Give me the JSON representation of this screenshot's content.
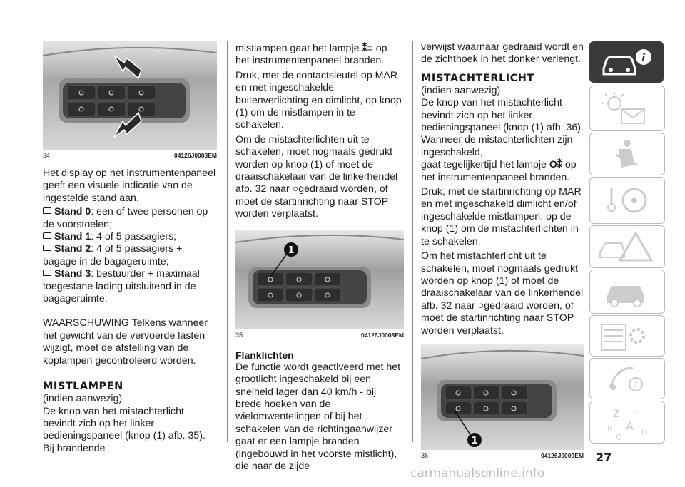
{
  "col1": {
    "fig": {
      "number": "34",
      "code": "04126J0003EM"
    },
    "intro": "Het display op het instrumentenpaneel geeft een visuele indicatie van de ingestelde stand aan.",
    "stands": [
      {
        "label": "Stand 0",
        "text": ": een of twee personen op de voorstoelen;"
      },
      {
        "label": "Stand 1",
        "text": ": 4 of 5 passagiers;"
      },
      {
        "label": "Stand 2",
        "text": ": 4 of 5 passagiers + bagage in de bagageruimte;"
      },
      {
        "label": "Stand 3",
        "text": ": bestuurder + maximaal toegestane lading uitsluitend in de bagageruimte."
      }
    ],
    "warning": "WAARSCHUWING Telkens wanneer het gewicht van de vervoerde lasten wijzigt, moet de afstelling van de koplampen gecontroleerd worden.",
    "section_title": "MISTLAMPEN",
    "section_sub": "(indien aanwezig)",
    "section_text": "De knop van het mistachterlicht bevindt zich op het linker bedieningspaneel (knop (1) afb. 35). Bij brandende"
  },
  "col2": {
    "p1a": "mistlampen gaat het lampje",
    "p1b": "op het instrumentenpaneel branden.",
    "p2": "Druk, met de contactsleutel op MAR en met ingeschakelde buitenverlichting en dimlicht, op knop (1) om de mistlampen in te schakelen.",
    "p3a": "Om de mistachterlichten uit te schakelen, moet nogmaals gedrukt worden op knop (1) of moet de draaischakelaar van de linkerhendel afb. 32 naar",
    "p3b": "gedraaid worden, of moet de startinrichting naar STOP worden verplaatst.",
    "fig": {
      "number": "35",
      "code": "04126J0008EM",
      "callout": "1"
    },
    "section_title": "Flanklichten",
    "section_text": "De functie wordt geactiveerd met het grootlicht ingeschakeld bij een snelheid lager dan 40 km/h - bij brede hoeken van de wielomwentelingen of bij het schakelen van de richtingaanwijzer gaat er een lampje branden (ingebouwd in het voorste mistlicht), die naar de zijde"
  },
  "col3": {
    "p1": "verwijst waarnaar gedraaid wordt en de zichthoek in het donker verlengt.",
    "section_title": "MISTACHTERLICHT",
    "section_sub": "(indien aanwezig)",
    "p2": "De knop van het mistachterlicht bevindt zich op het linker bedieningspaneel (knop (1) afb. 36). Wanneer de mistachterlichten zijn ingeschakeld,",
    "p3a": "gaat tegelijkertijd het lampje",
    "p3b": "op het instrumentenpaneel branden.",
    "p4": "Druk, met de startinrichting op MAR en met ingeschakeld dimlicht en/of ingeschakelde mistlampen, op de knop (1) om de mistachterlichten in te schakelen.",
    "p5a": "Om het mistachterlicht uit te schakelen, moet nogmaals gedrukt worden op knop (1) of moet de draaischakelaar van de linkerhendel afb. 32 naar",
    "p5b": "gedraaid worden, of moet de startinrichting naar STOP worden verplaatst.",
    "fig": {
      "number": "36",
      "code": "04126J0009EM",
      "callout": "1"
    }
  },
  "page_number": "27",
  "watermark": "carmanualsonline.info",
  "tabs": [
    {
      "icon": "car-info-icon"
    },
    {
      "icon": "sun-envelope-icon"
    },
    {
      "icon": "seat-airbag-icon"
    },
    {
      "icon": "key-steering-icon"
    },
    {
      "icon": "warning-triangle-icon"
    },
    {
      "icon": "car-service-icon"
    },
    {
      "icon": "wrench-gear-icon"
    },
    {
      "icon": "media-note-icon"
    },
    {
      "icon": "index-letters-icon"
    }
  ],
  "tab_letters": [
    "Z",
    "E",
    "B",
    "A",
    "C",
    "D"
  ]
}
